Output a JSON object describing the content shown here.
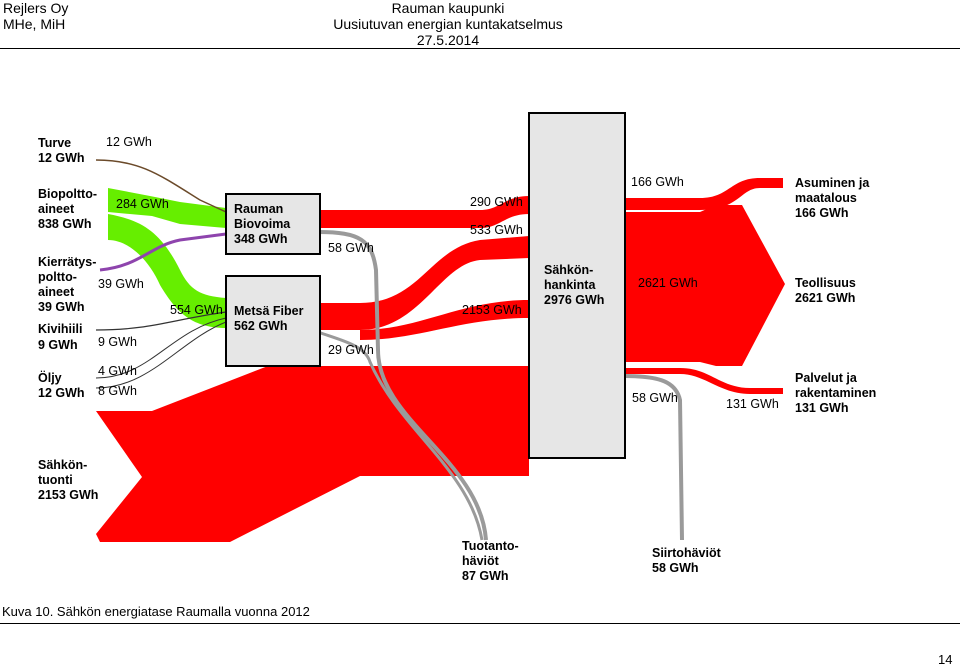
{
  "header": {
    "left_line1": "Rejlers Oy",
    "left_line2": "MHe, MiH",
    "right_line1": "Rauman kaupunki",
    "right_line2": "Uusiutuvan energian kuntakatselmus",
    "right_line3": "27.5.2014"
  },
  "diagram": {
    "sources": {
      "turve": [
        "Turve",
        "12 GWh"
      ],
      "bio": [
        "Biopoltto-",
        "aineet",
        "838 GWh"
      ],
      "kierratys": [
        "Kierrätys-",
        "poltto-",
        "aineet",
        "39 GWh"
      ],
      "kivihiili": [
        "Kivihiili",
        "9 GWh"
      ],
      "oljy": [
        "Öljy",
        "12 GWh"
      ],
      "tuonti": [
        "Sähkön-",
        "tuonti",
        "2153 GWh"
      ]
    },
    "plants": {
      "biovoima": [
        "Rauman",
        "Biovoima",
        "348 GWh"
      ],
      "fiber": [
        "Metsä Fiber",
        "562 GWh"
      ],
      "hankinta": [
        "Sähkön-",
        "hankinta",
        "2976 GWh"
      ]
    },
    "consumers": {
      "asuminen": [
        "Asuminen ja",
        "maatalous",
        "166 GWh"
      ],
      "teollisuus": [
        "Teollisuus",
        "2621 GWh"
      ],
      "palvelut": [
        "Palvelut ja",
        "rakentaminen",
        "131 GWh"
      ]
    },
    "losses": {
      "tuotanto": [
        "Tuotanto-",
        "häviöt",
        "87 GWh"
      ],
      "siirto": [
        "Siirtohäviöt",
        "58 GWh"
      ]
    },
    "flows": {
      "turve": "12 GWh",
      "bio_to_biovoima": "284 GWh",
      "kierratys": "39 GWh",
      "kivihiili": "9 GWh",
      "oljy_a": "4 GWh",
      "oljy_b": "8 GWh",
      "bio_to_fiber": "554 GWh",
      "biovoima_loss": "58 GWh",
      "fiber_loss": "29 GWh",
      "biovoima_out": "290 GWh",
      "fiber_out": "533 GWh",
      "tuonti_in": "2153 GWh",
      "asuminen": "166 GWh",
      "teollisuus": "2621 GWh",
      "siirto_loss": "58 GWh",
      "palvelut": "131 GWh"
    },
    "colors": {
      "electricity": "#ff0000",
      "biofuel": "#66ee00",
      "waste": "#9b59b6",
      "loss": "#b0b0b0",
      "node_fill": "#e6e6e6"
    }
  },
  "caption": "Kuva 10. Sähkön energiatase Raumalla vuonna 2012",
  "page_number": "14"
}
